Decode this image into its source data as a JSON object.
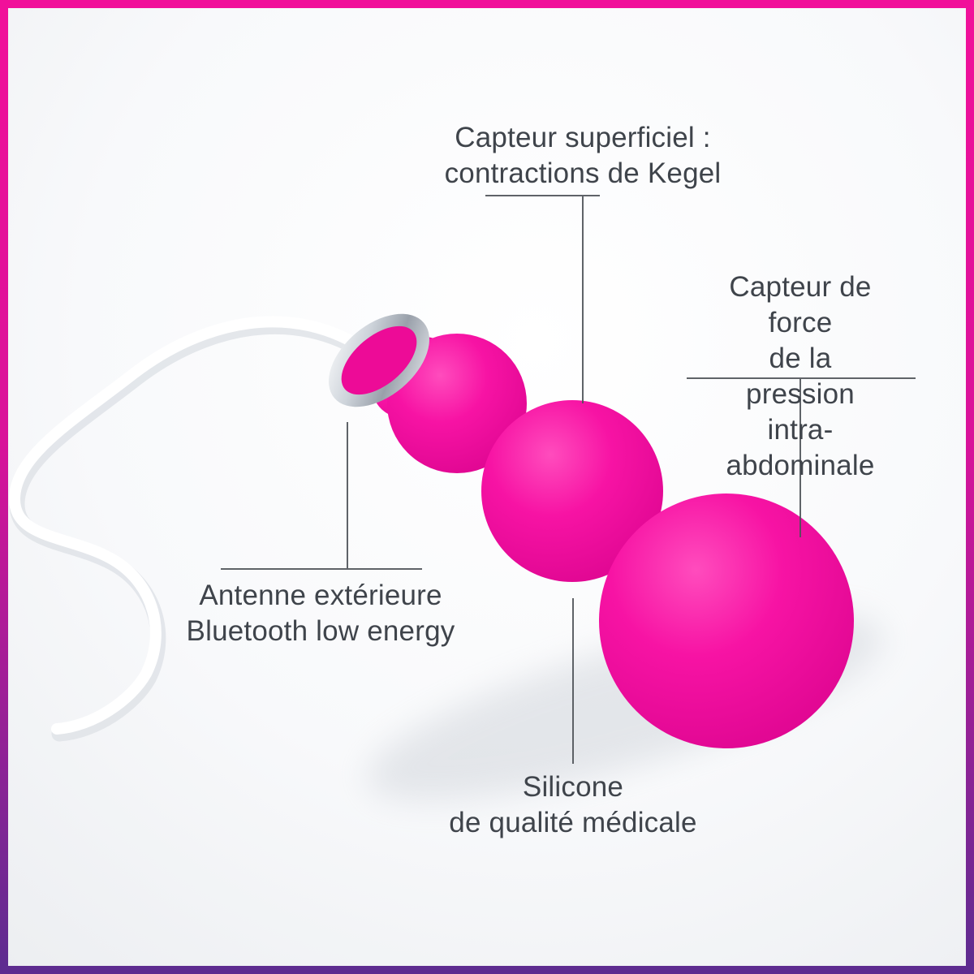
{
  "annotations": {
    "surface_sensor": {
      "label": "Capteur superficiel :\ncontractions de Kegel"
    },
    "pressure_sensor": {
      "label": "Capteur de force\nde la pression\nintra-abdominale"
    },
    "antenna": {
      "label": "Antenne extérieure\nBluetooth low energy"
    },
    "silicone": {
      "label": "Silicone\nde qualité médicale"
    }
  },
  "product": {
    "body_color": "#f20d9e",
    "ring_color": "#c6ccd4",
    "cable_color": "#ffffff"
  },
  "frame": {
    "top_color": "#f1109a",
    "bottom_color": "#5e2c90"
  }
}
